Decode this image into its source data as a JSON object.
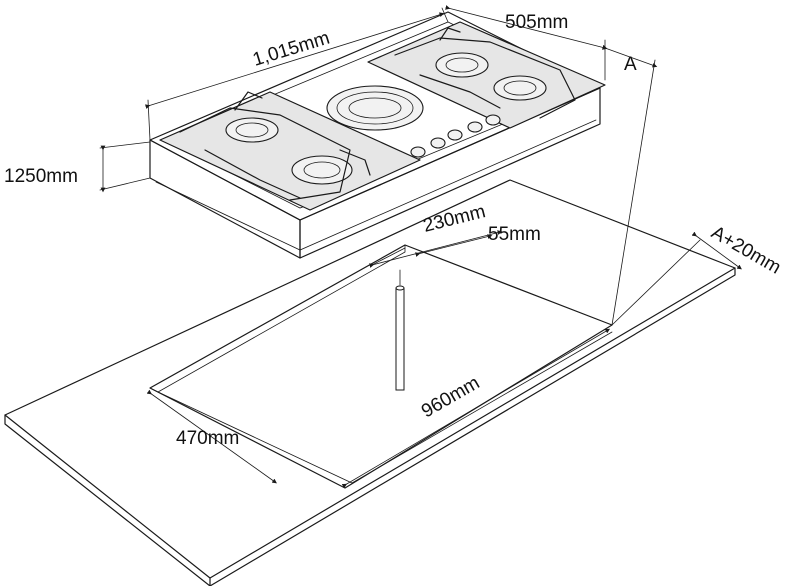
{
  "diagram": {
    "labels": {
      "width": "1,015mm",
      "depth": "505mm",
      "height": "1250mm",
      "clearance": "A",
      "clearance_plus": "A+20mm",
      "gas_offset": "230mm",
      "gas_inlet": "55mm",
      "cutout_width": "960mm",
      "cutout_depth": "470mm"
    }
  }
}
